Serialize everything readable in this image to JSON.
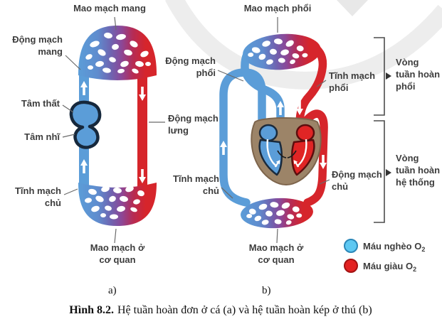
{
  "figure": {
    "caption_title": "Hình 8.2.",
    "caption_text": "Hệ tuần hoàn đơn ở cá (a) và hệ tuần hoàn kép ở thú (b)",
    "marker_a": "a)",
    "marker_b": "b)"
  },
  "colors": {
    "oxygen_poor_blood": "#5b9dd8",
    "oxygen_rich_blood": "#d6252b",
    "legend_oxygen_poor": "#5ec8f2",
    "legend_oxygen_rich": "#e32222",
    "heart_muscle": "#9c8468",
    "label_text": "#3d3d3d"
  },
  "diagram_a": {
    "labels": {
      "mao_mach_mang": [
        "Mao mạch mang"
      ],
      "dong_mach_mang": [
        "Động mạch",
        "mang"
      ],
      "tam_that": [
        "Tâm thất"
      ],
      "tam_nhi": [
        "Tâm nhĩ"
      ],
      "tinh_mach_chu": [
        "Tĩnh mạch",
        "chủ"
      ],
      "dong_mach_lung": [
        "Động mạch",
        "lưng"
      ],
      "mao_mach_o_co_quan": [
        "Mao mạch ở",
        "cơ quan"
      ]
    }
  },
  "diagram_b": {
    "labels": {
      "mao_mach_phoi": [
        "Mao mạch phổi"
      ],
      "dong_mach_phoi": [
        "Động mạch",
        "phổi"
      ],
      "tinh_mach_phoi": [
        "Tĩnh mạch",
        "phổi"
      ],
      "tinh_mach_chu": [
        "Tĩnh mạch",
        "chủ"
      ],
      "dong_mach_chu": [
        "Động mạch",
        "chủ"
      ],
      "mao_mach_o_co_quan": [
        "Mao mạch ở",
        "cơ quan"
      ]
    },
    "loops": {
      "pulmonary": [
        "Vòng",
        "tuần hoàn",
        "phổi"
      ],
      "systemic": [
        "Vòng",
        "tuần hoàn",
        "hệ thống"
      ]
    }
  },
  "legend": {
    "oxygen_poor": "Máu nghèo O",
    "oxygen_rich": "Máu giàu O",
    "sub": "2"
  }
}
